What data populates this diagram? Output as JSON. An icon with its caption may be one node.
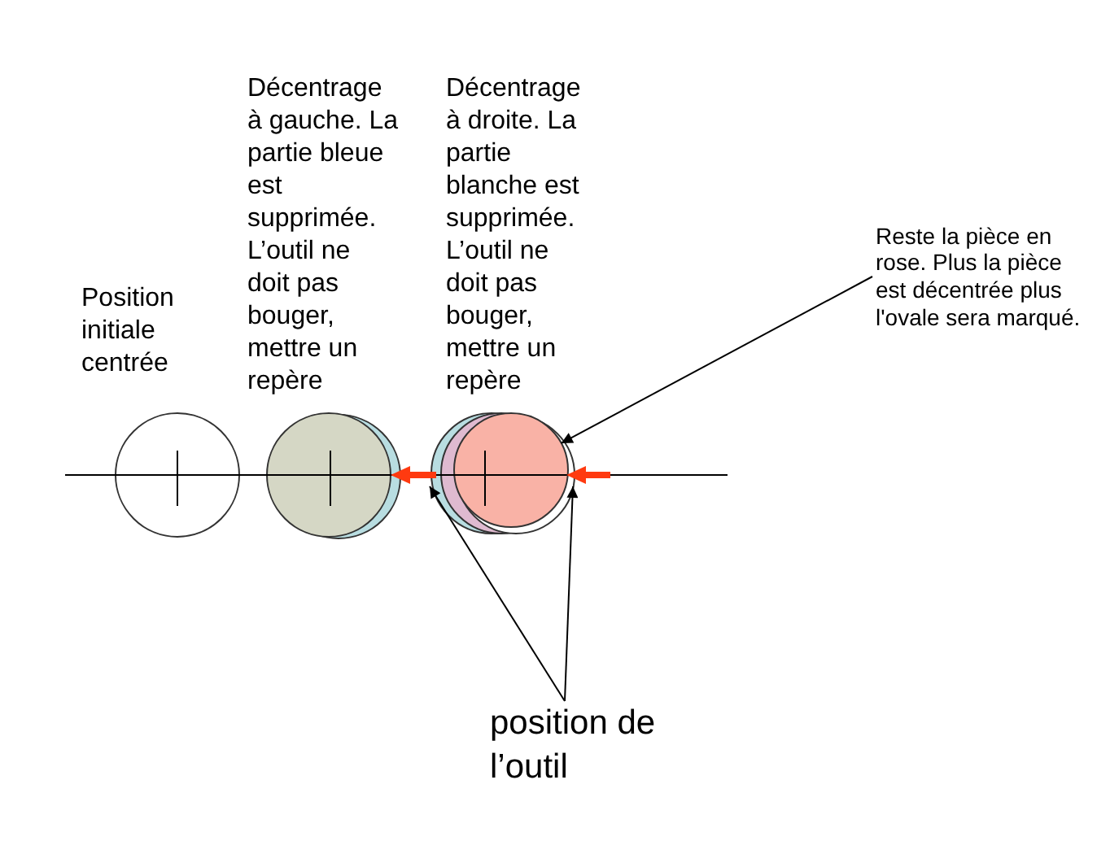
{
  "diagram": {
    "nodes": [
      {
        "text": [
          "Reste la pièce en rose. Plus la pièce est décentrée plus l'ovale sera marqué."
        ]
      },
      {
        "text": [],
        "shape": "circle"
      },
      {
        "text": [],
        "shape": "arrow"
      },
      {
        "text": [],
        "shape": "arrow"
      },
      {
        "text": [
          "position de l’outil"
        ]
      }
    ],
    "edges": [
      {
        "from": 0,
        "to": 1,
        "arrow": "to"
      },
      {
        "from": 4,
        "to": 2,
        "arrow": "to"
      },
      {
        "from": 4,
        "to": 3,
        "arrow": "to"
      }
    ],
    "labels": [
      "Position initiale centrée",
      "Décentrage à gauche. La partie bleue est supprimée. L’outil ne doit pas bouger, mettre un repère",
      "Décentrage à droite. La partie blanche est supprimée. L’outil ne doit pas bouger, mettre un repère"
    ]
  }
}
